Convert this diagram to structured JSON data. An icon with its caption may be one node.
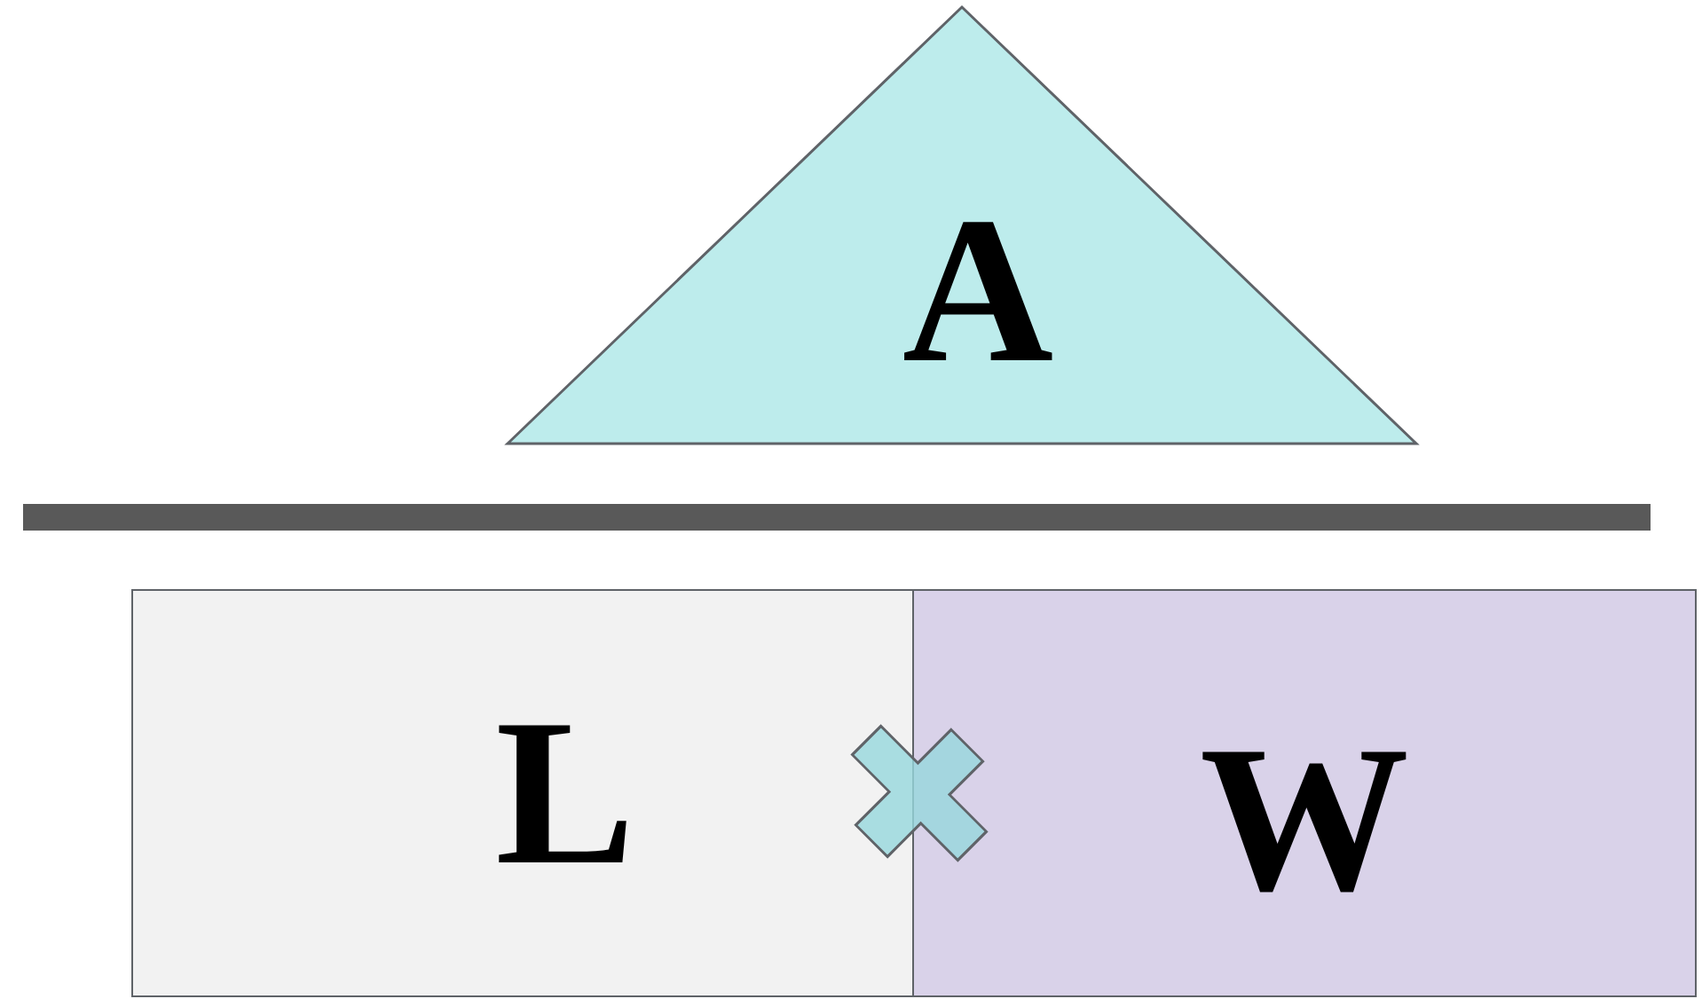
{
  "diagram": {
    "nodes": [
      {
        "text": [
          "A"
        ]
      },
      {
        "text": [],
        "shape": "bar"
      },
      {
        "text": [
          "L"
        ]
      },
      {
        "text": [
          "W"
        ]
      }
    ]
  }
}
